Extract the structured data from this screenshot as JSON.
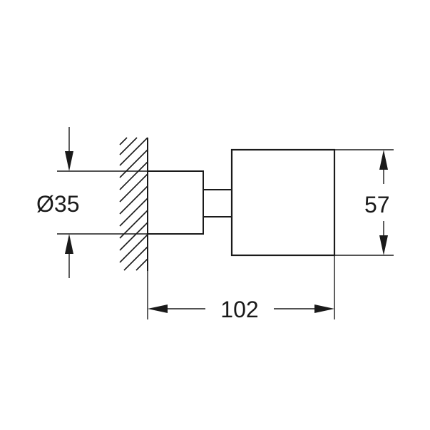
{
  "dimensions": {
    "diameter_label": "Ø35",
    "height_label": "57",
    "length_label": "102"
  },
  "colors": {
    "line": "#1a1a1a",
    "background": "#ffffff"
  }
}
